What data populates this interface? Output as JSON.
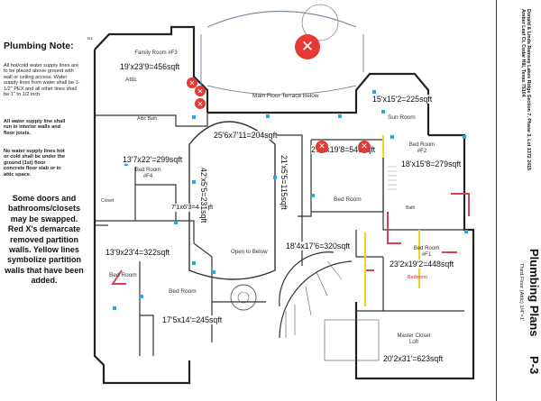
{
  "notes": {
    "title": "Plumbing Note:",
    "items": [
      "All hot/cold water supply lines are to be placed above ground with wall or ceiling access. Water supply lines from water shall be 1-1/2\" PEX and all other lines shall be 1\" to 1/2 inch.",
      "All water supply line shall run in interior walls and floor joists.",
      "No water supply lines hot or cold shall be under the ground (1st) floor concrete floor slab or in attic space."
    ],
    "legend": "Some doors and bathrooms/closets may be swapped. Red X's demarcate removed partition walls. Yellow lines symbolize partition walls that have been added."
  },
  "plan": {
    "corner_label": "B1",
    "areas": [
      {
        "id": "a1",
        "text": "19'x23'9=456sqft"
      },
      {
        "id": "a2",
        "text": "15'x15'2=225sqft"
      },
      {
        "id": "a3",
        "text": "25'6x7'11=204sqft"
      },
      {
        "id": "a4",
        "text": "13'7x22'=299sqft"
      },
      {
        "id": "a5",
        "text": "21'x5'5=115sqft"
      },
      {
        "id": "a6",
        "text": "27'9x19'8=546sqft"
      },
      {
        "id": "a7",
        "text": "18'x15'8=279sqft"
      },
      {
        "id": "a8",
        "text": "7'1x6'3=44sqft"
      },
      {
        "id": "a9",
        "text": "42'x5'5=231sqft"
      },
      {
        "id": "a10",
        "text": "13'9x23'4=322sqft"
      },
      {
        "id": "a11",
        "text": "18'4x17'6=320sqft"
      },
      {
        "id": "a12",
        "text": "23'2x19'2=448sqft"
      },
      {
        "id": "a13",
        "text": "17'5x14'=245sqft"
      },
      {
        "id": "a14",
        "text": "20'2x31'=623sqft"
      }
    ],
    "rooms": {
      "family_room": "Family Room #F3",
      "attic": "Attic",
      "attic_bath": "Attic Bath",
      "terrace": "Main Floor Terrace Below",
      "sun_room": "Sun Room",
      "bed_room_f2": "Bed Room #F2",
      "bed_room_f4": "Bed Room #F4",
      "closet": "Closet",
      "bath": "Bath",
      "bed_room_center": "Bed Room",
      "open_below": "Open to Below",
      "bed_room_w": "Bed Room",
      "bed_room_sw": "Bed Room",
      "bed_room_f1": "Bed Room #F1",
      "bedroom_red": "Bedroom",
      "master_closet": "Master Closet Loft"
    }
  },
  "titleblock": {
    "title": "Plumbing Plans",
    "sheet": "Third Floor (Attic) 1/4\"=1'",
    "project": "Donald & Linda Ramsey Lakes Ridge Section 7, Phase 3, Lot 1372 2415 Amber Leaf Ct, Cedar Hill, Texas 75104",
    "page": "P-3"
  },
  "colors": {
    "removed_wall": "#e53935",
    "added_wall": "#f2d22e",
    "supply_line": "#d94050",
    "fixture": "#29a8e0"
  }
}
